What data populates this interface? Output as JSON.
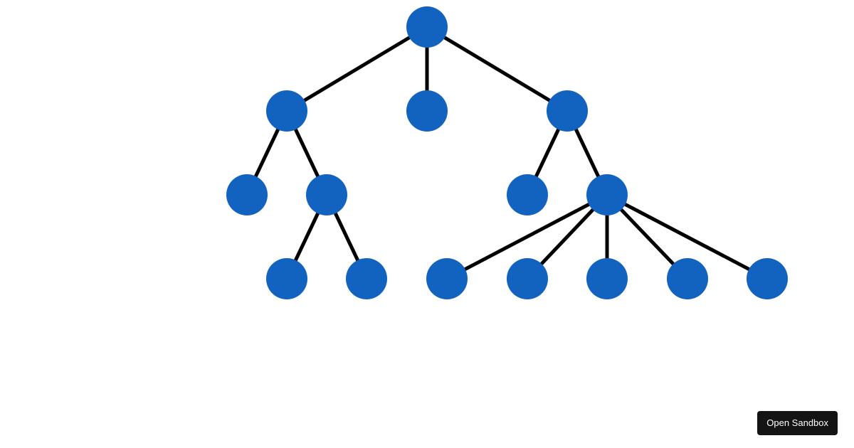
{
  "colors": {
    "node_fill": "#1263c0",
    "edge_stroke": "#000000",
    "background": "#ffffff",
    "button_bg": "#141414",
    "button_text": "#ffffff"
  },
  "tree": {
    "nodes": [
      {
        "id": "root"
      },
      {
        "id": "a",
        "parent": "root"
      },
      {
        "id": "b",
        "parent": "root"
      },
      {
        "id": "c",
        "parent": "root"
      },
      {
        "id": "a1",
        "parent": "a"
      },
      {
        "id": "a2",
        "parent": "a"
      },
      {
        "id": "a2x",
        "parent": "a2"
      },
      {
        "id": "a2y",
        "parent": "a2"
      },
      {
        "id": "c1",
        "parent": "c"
      },
      {
        "id": "c2",
        "parent": "c"
      },
      {
        "id": "c2a",
        "parent": "c2"
      },
      {
        "id": "c2b",
        "parent": "c2"
      },
      {
        "id": "c2c",
        "parent": "c2"
      },
      {
        "id": "c2d",
        "parent": "c2"
      },
      {
        "id": "c2e",
        "parent": "c2"
      }
    ]
  },
  "sandbox_button": {
    "label": "Open Sandbox"
  }
}
